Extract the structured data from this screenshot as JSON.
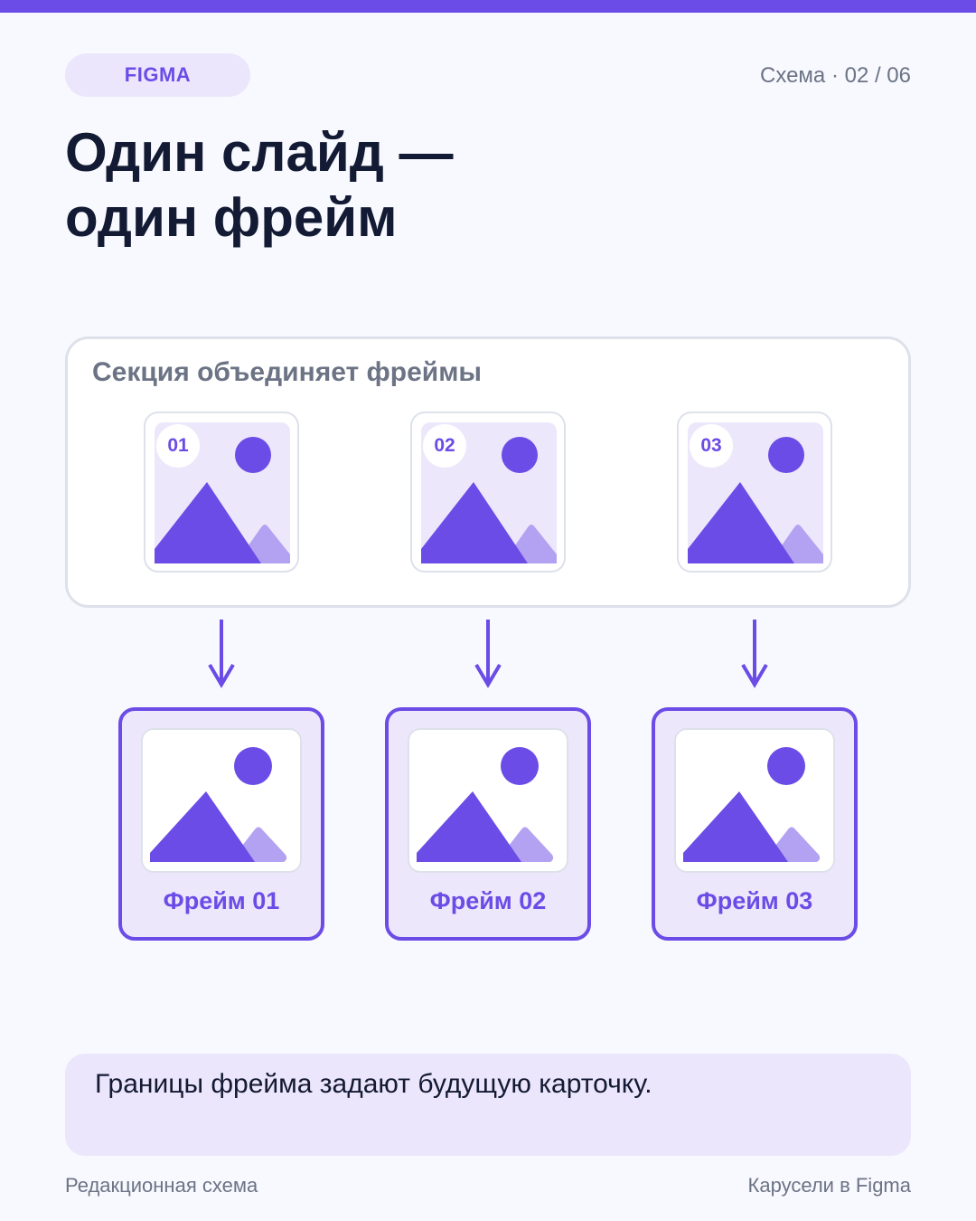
{
  "colors": {
    "accent": "#6b4ce6",
    "accent_light": "#b3a1f2",
    "accent_bg": "#ece6fc",
    "frame_bg": "#ede7fb",
    "text_dark": "#131a33",
    "text_muted": "#6b7385",
    "border": "#dde1ea",
    "page_bg": "#f8f9fe"
  },
  "header": {
    "tag": "FIGMA",
    "counter": "Схема · 02 / 06"
  },
  "title": {
    "line1": "Один слайд —",
    "line2": "один фрейм"
  },
  "section": {
    "label": "Секция объединяет фреймы",
    "thumbnails": [
      {
        "number": "01",
        "icon": "image-placeholder-icon"
      },
      {
        "number": "02",
        "icon": "image-placeholder-icon"
      },
      {
        "number": "03",
        "icon": "image-placeholder-icon"
      }
    ]
  },
  "arrows": {
    "icon": "arrow-down-icon",
    "count": 3
  },
  "frames": [
    {
      "label": "Фрейм 01",
      "icon": "image-placeholder-icon"
    },
    {
      "label": "Фрейм 02",
      "icon": "image-placeholder-icon"
    },
    {
      "label": "Фрейм 03",
      "icon": "image-placeholder-icon"
    }
  ],
  "note": {
    "text": "Границы фрейма задают будущую карточку."
  },
  "footer": {
    "left": "Редакционная схема",
    "right": "Карусели в Figma"
  }
}
